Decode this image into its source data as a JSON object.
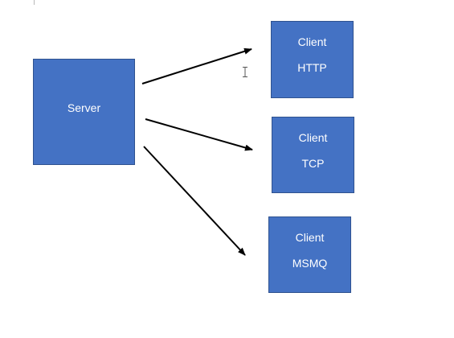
{
  "diagram": {
    "server": {
      "label": "Server"
    },
    "clients": [
      {
        "title": "Client",
        "protocol": "HTTP"
      },
      {
        "title": "Client",
        "protocol": "TCP"
      },
      {
        "title": "Client",
        "protocol": "MSMQ"
      }
    ],
    "colors": {
      "box_fill": "#4472c4",
      "box_border": "#2f528f",
      "box_text": "#ffffff",
      "arrow": "#000000",
      "background": "#ffffff"
    },
    "cursor": "text-cursor-icon"
  }
}
